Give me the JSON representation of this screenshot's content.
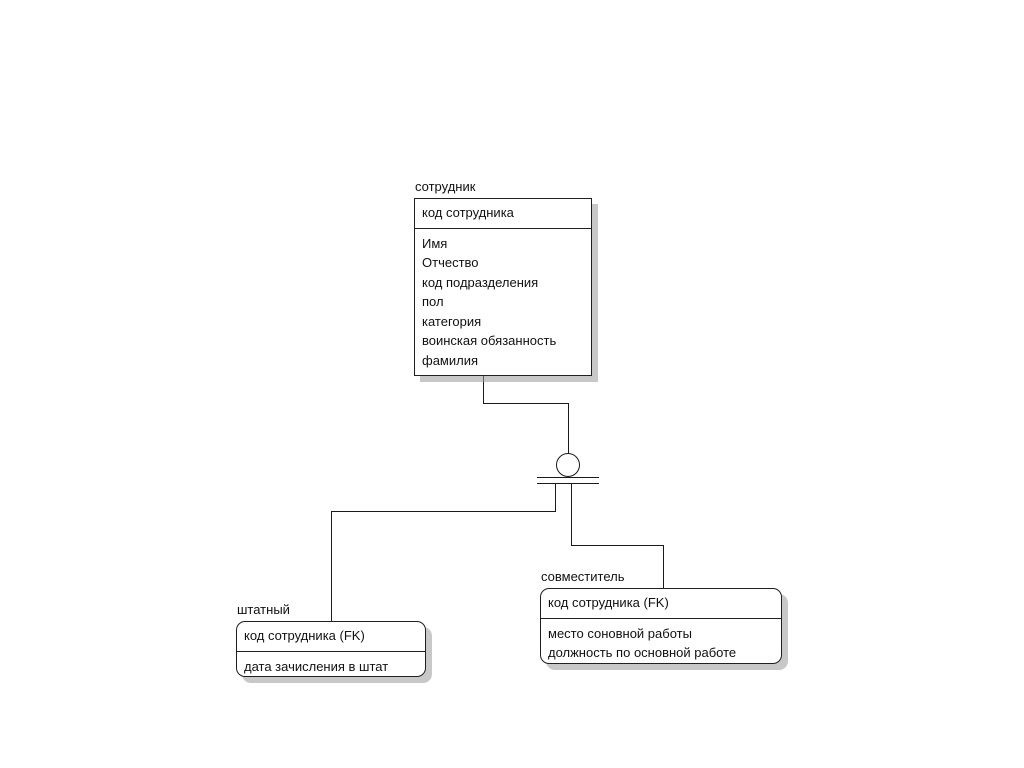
{
  "diagram": {
    "type": "er-diagram",
    "notation": "IDEF1X subtype (complete category)",
    "background_color": "#ffffff",
    "line_color": "#1a1a1a",
    "text_color": "#111111",
    "shadow_color": "#9a9a9a"
  },
  "entities": {
    "supertype": {
      "name": "сотрудник",
      "primary_key": [
        "код сотрудника"
      ],
      "attributes": [
        "Имя",
        "Отчество",
        "код подразделения",
        "пол",
        "категория",
        "воинская обязанность",
        "фамилия"
      ]
    },
    "subtype_left": {
      "name": "штатный",
      "primary_key": [
        "код сотрудника (FK)"
      ],
      "attributes": [
        "дата зачисления в штат"
      ]
    },
    "subtype_right": {
      "name": "совместитель",
      "primary_key": [
        "код сотрудника (FK)"
      ],
      "attributes": [
        "место соновной работы",
        "должность по основной работе"
      ]
    }
  },
  "subtype_symbol": {
    "name": "category-discriminator",
    "kind": "complete",
    "bar_count": 2
  }
}
